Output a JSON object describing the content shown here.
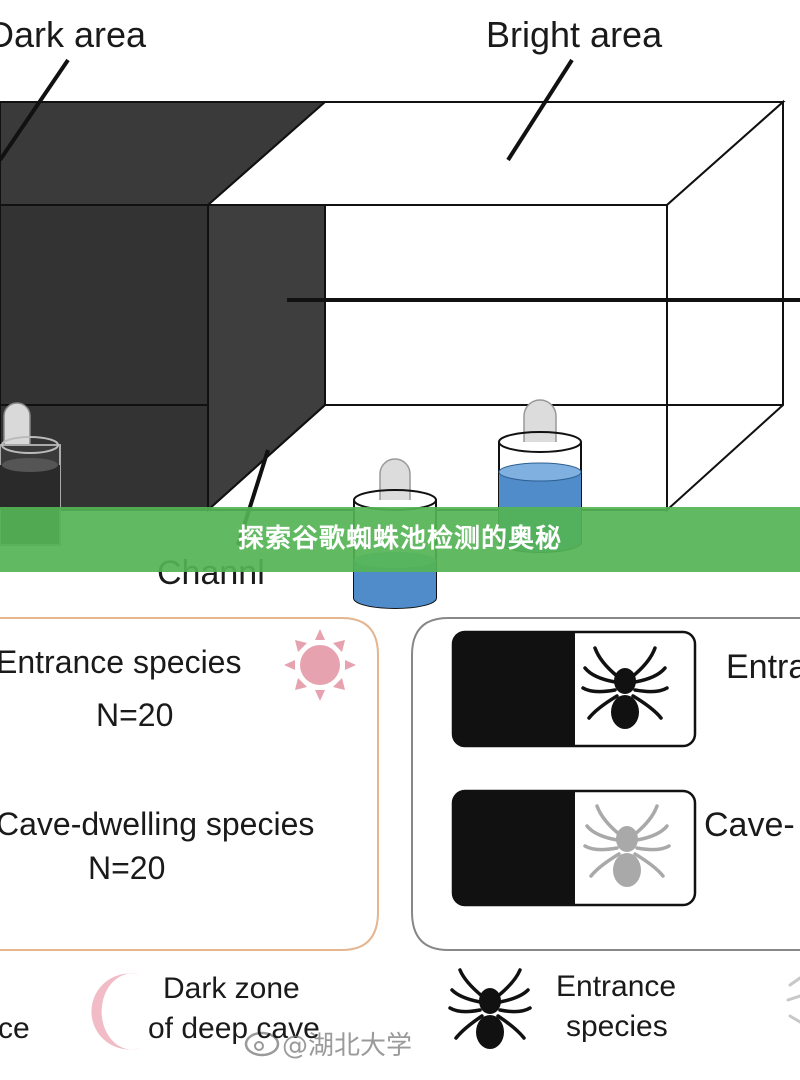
{
  "apparatus": {
    "dark_area_label": "Dark area",
    "bright_area_label": "Bright area",
    "channel_label": "Channl"
  },
  "banner": {
    "title": "探索谷歌蜘蛛池检测的奥秘"
  },
  "left_panel": {
    "entrance_label": "Entrance species",
    "entrance_n": "N=20",
    "cave_label": "Cave-dwelling species",
    "cave_n": "N=20"
  },
  "right_panel": {
    "entrance_label": "Entra",
    "cave_label": "Cave-"
  },
  "legend": {
    "partial_label": "ce",
    "dark_zone_line1": "Dark zone",
    "dark_zone_line2": "of deep cave",
    "entrance_line1": "Entrance",
    "entrance_line2": "species"
  },
  "watermark": {
    "text": "@湖北大学"
  },
  "colors": {
    "dark_box": "#3a3a3a",
    "water": "#4f8cc9",
    "sun": "#e6a2ae",
    "moon": "#f1bcc6",
    "banner": "#54b454",
    "left_panel_border": "#e4b58f",
    "right_panel_border": "#888888",
    "spider_dark": "#111111",
    "spider_light": "#a9a9a9"
  },
  "icons": [
    "sun-icon",
    "spider-icon",
    "moon-icon",
    "weibo-icon"
  ]
}
